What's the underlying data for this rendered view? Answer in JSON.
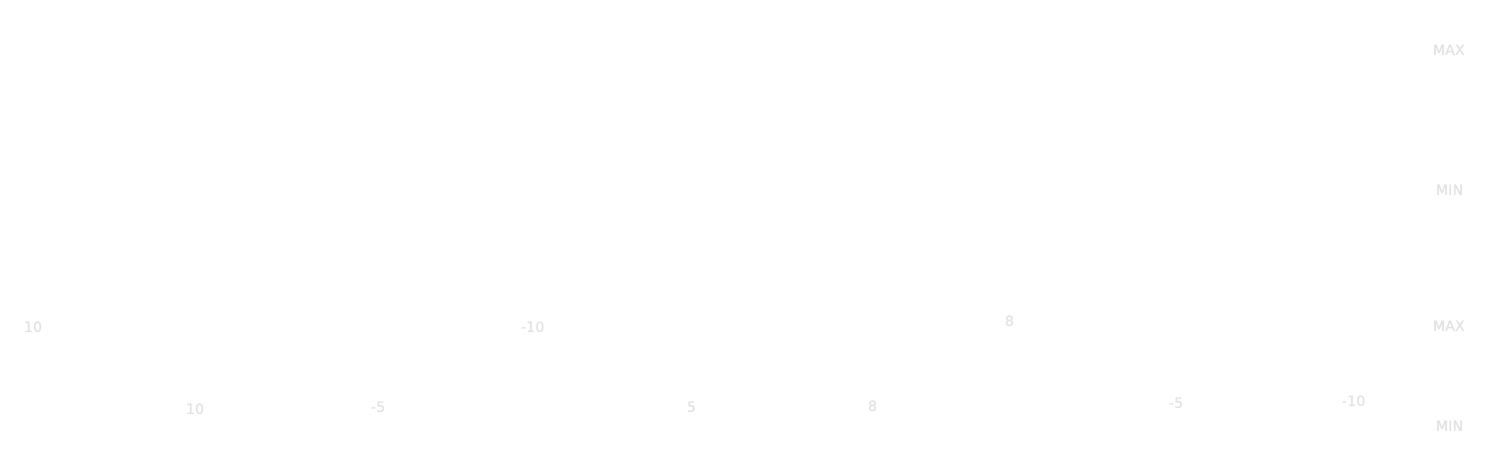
{
  "side_labels": {
    "top_max": "MAX",
    "top_min": "MIN",
    "bottom_max": "MAX",
    "bottom_min": "MIN"
  },
  "upper_row": [
    "10",
    "-10",
    "8"
  ],
  "lower_row": [
    "10",
    "-5",
    "5",
    "8",
    "-5",
    "-10"
  ],
  "colors": {
    "background": "#ffffff",
    "text": "#e3e3e3"
  }
}
